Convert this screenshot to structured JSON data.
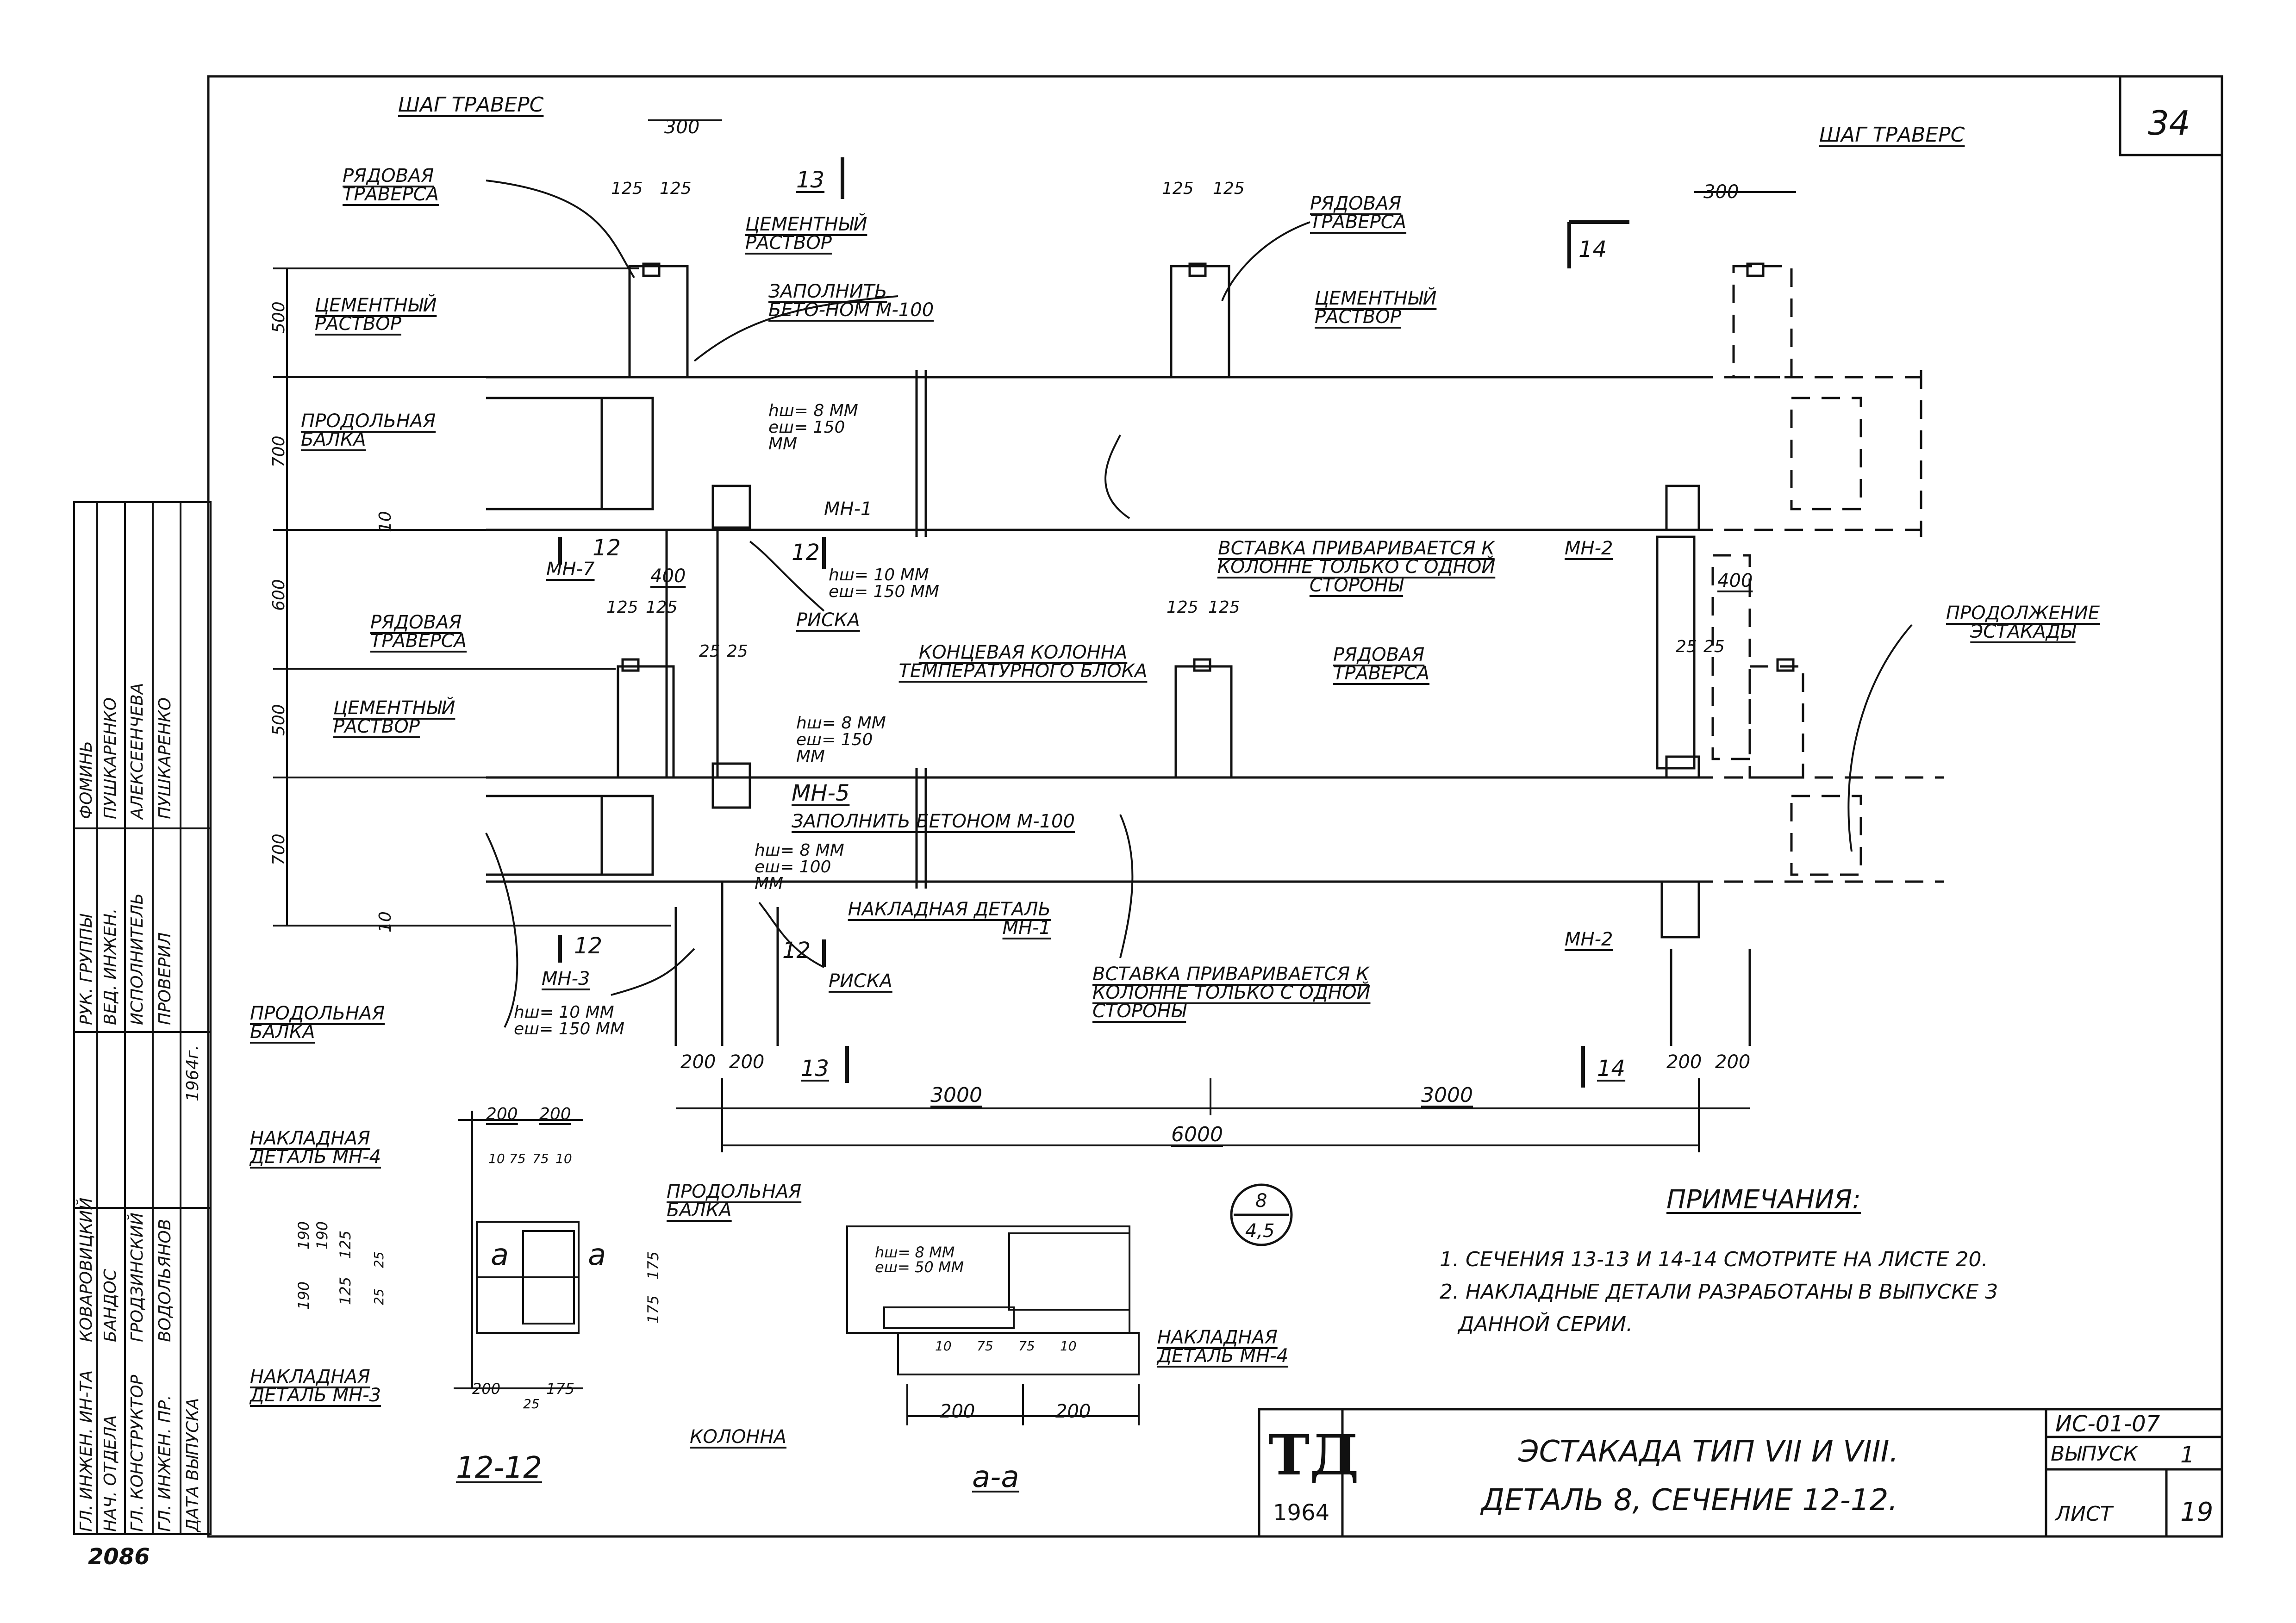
{
  "sheet": {
    "page_number": "34",
    "footer_code": "2086"
  },
  "labels": {
    "shag_travers_left": "ШАГ ТРАВЕРС",
    "shag_travers_right": "ШАГ ТРАВЕРС",
    "dim_300_left": "300",
    "dim_300_right": "300",
    "ryadovaya_traversa_1": "РЯДОВАЯ ТРАВЕРСА",
    "ryadovaya_traversa_2": "РЯДОВАЯ ТРАВЕРСА",
    "ryadovaya_traversa_3": "РЯДОВАЯ ТРАВЕРСА",
    "ryadovaya_traversa_4": "РЯДОВАЯ ТРАВЕРСА",
    "cementny_rastvor_1": "ЦЕМЕНТНЫЙ РАСТВОР",
    "cementny_rastvor_2": "ЦЕМЕНТНЫЙ РАСТВОР",
    "cementny_rastvor_3": "ЦЕМЕНТНЫЙ РАСТВОР",
    "cementny_rastvor_4": "ЦЕМЕНТНЫЙ РАСТВОР",
    "zapolnit_1": "ЗАПОЛНИТЬ БЕТО-НОМ М-100",
    "zapolnit_2": "ЗАПОЛНИТЬ БЕТОНОМ М-100",
    "prodolnaya_balka_1": "ПРОДОЛЬНАЯ БАЛКА",
    "prodolnaya_balka_2": "ПРОДОЛЬНАЯ БАЛКА",
    "prodolnaya_balka_3": "ПРОДОЛЬНАЯ БАЛКА",
    "koncevaya_kolonna": "КОНЦЕВАЯ КОЛОННА ТЕМПЕРАТУРНОГО БЛОКА",
    "vstavka_1": "ВСТАВКА ПРИВАРИВАЕТСЯ К КОЛОННЕ ТОЛЬКО С ОДНОЙ СТОРОНЫ",
    "vstavka_2": "ВСТАВКА ПРИВАРИВАЕТСЯ К КОЛОННЕ ТОЛЬКО С ОДНОЙ СТОРОНЫ",
    "prodolzhenie": "ПРОДОЛЖЕНИЕ ЭСТАКАДЫ",
    "riska_1": "РИСКА",
    "riska_2": "РИСКА",
    "nakladnaya_mn1": "НАКЛАДНАЯ ДЕТАЛЬ МН-1",
    "nakladnaya_mn4_1": "НАКЛАДНАЯ ДЕТАЛЬ МН-4",
    "nakladnaya_mn4_2": "НАКЛАДНАЯ ДЕТАЛЬ МН-4",
    "nakladnaya_mn3": "НАКЛАДНАЯ ДЕТАЛЬ МН-3",
    "kolonna": "КОЛОННА",
    "mn1": "МН-1",
    "mn2_top": "МН-2",
    "mn2_bot": "МН-2",
    "mn3": "МН-3",
    "mn5": "МН-5",
    "mn7": "МН-7",
    "weld_1": "hш= 8 ММ  еш= 150 ММ",
    "weld_2": "hш= 10 ММ  еш= 150 ММ",
    "weld_3": "hш= 8 ММ  еш= 150 ММ",
    "weld_4": "hш= 8 ММ  еш= 100 ММ",
    "weld_5": "hш= 10 ММ  еш= 150 ММ",
    "weld_6": "hш= 8 ММ  еш= 50 ММ",
    "section_13": "13",
    "section_14": "14",
    "section_12": "12",
    "section_12_12": "12-12",
    "section_a_a": "а-а",
    "a_mark": "а",
    "detail_circle_top": "8",
    "detail_circle_bot": "4,5"
  },
  "dimensions": {
    "d125": "125",
    "d400": "400",
    "d25": "25",
    "d200": "200",
    "d3000": "3000",
    "d6000": "6000",
    "d500": "500",
    "d700": "700",
    "d600": "600",
    "d10": "10",
    "d75": "75",
    "d190": "190",
    "d175": "175"
  },
  "notes": {
    "title": "ПРИМЕЧАНИЯ:",
    "items": [
      "1. СЕЧЕНИЯ 13-13 И 14-14 СМОТРИТЕ НА ЛИСТЕ 20.",
      "2. НАКЛАДНЫЕ ДЕТАЛИ РАЗРАБОТАНЫ В ВЫПУСКЕ 3",
      "ДАННОЙ СЕРИИ."
    ]
  },
  "title_block": {
    "logo": "ТД",
    "year": "1964",
    "title_line_1": "ЭСТАКАДА ТИП VII И VIII.",
    "title_line_2": "ДЕТАЛЬ 8, СЕЧЕНИЕ 12-12.",
    "doc_code": "ИС-01-07",
    "issue_label": "ВЫПУСК",
    "issue_value": "1",
    "sheet_label": "ЛИСТ",
    "sheet_value": "19"
  },
  "stamp": {
    "roles": [
      "ГЛ. ИНЖЕН. ИН-ТА",
      "НАЧ. ОТДЕЛА",
      "ГЛ. КОНСТРУКТОР",
      "ГЛ. ИНЖЕН. ПР.",
      "ДАТА ВЫПУСКА"
    ],
    "names": [
      "КОВАРОВИЦКИЙ",
      "БАНДОС",
      "ГРОДЗИНСКИЙ",
      "ВОДОЛЬЯНОВ"
    ],
    "roles2": [
      "РУК. ГРУППЫ",
      "ВЕД. ИНЖЕН.",
      "ИСПОЛНИТЕЛЬ",
      "ПРОВЕРИЛ"
    ],
    "names2": [
      "ФОМИНЬ",
      "ПУШКАРЕНКО",
      "АЛЕКСЕЕНЧЕВА",
      "ПУШКАРЕНКО"
    ],
    "year": "1964г."
  }
}
